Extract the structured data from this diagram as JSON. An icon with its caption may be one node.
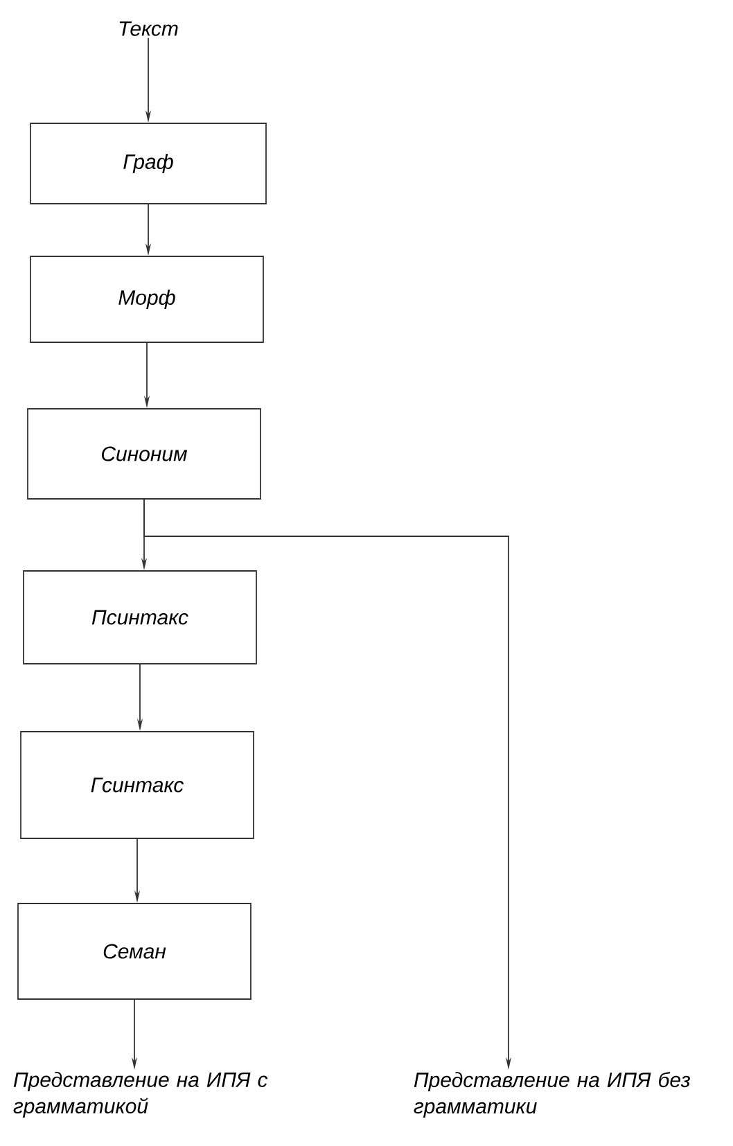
{
  "diagram": {
    "nodes": [
      {
        "text": [
          "Текст"
        ]
      },
      {
        "text": [
          "Граф"
        ]
      },
      {
        "text": [
          "Морф"
        ]
      },
      {
        "text": [
          "Синоним"
        ]
      },
      {
        "text": [
          "Псинтакс"
        ]
      },
      {
        "text": [
          "Гсинтакс"
        ]
      },
      {
        "text": [
          "Семан"
        ]
      },
      {
        "text": [
          "Представление на ИПЯ с грамматикой"
        ]
      },
      {
        "text": [
          "Представление на ИПЯ без грамматики"
        ]
      }
    ],
    "edges": [
      {
        "from": 0,
        "to": 1,
        "arrow": "to"
      },
      {
        "from": 1,
        "to": 2,
        "arrow": "to"
      },
      {
        "from": 2,
        "to": 3,
        "arrow": "to"
      },
      {
        "from": 3,
        "to": 4,
        "arrow": "to"
      },
      {
        "from": 3,
        "to": 8,
        "arrow": "to"
      },
      {
        "from": 4,
        "to": 5,
        "arrow": "to"
      },
      {
        "from": 5,
        "to": 6,
        "arrow": "to"
      },
      {
        "from": 6,
        "to": 7,
        "arrow": "to"
      }
    ]
  }
}
